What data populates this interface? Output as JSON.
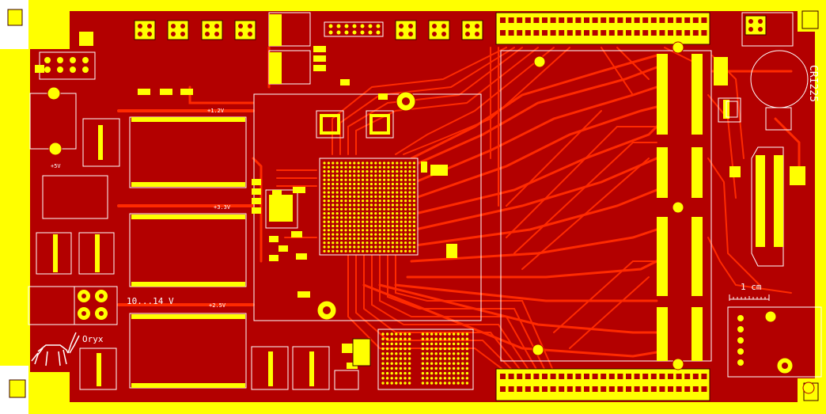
{
  "board": {
    "name": "CRI225",
    "logo_text": "Oryx",
    "scale_label": "1 cm",
    "input_voltage_label": "10...14 V",
    "rail_labels": [
      "+1.2V",
      "+3.3V",
      "+2.5V",
      "+5V"
    ]
  },
  "colors": {
    "frame": "#ffff00",
    "board": "#b30000",
    "copper": "#ff2a00",
    "pad": "#ffff00",
    "silk": "#ffffff",
    "outline_dark": "#3b0000"
  }
}
